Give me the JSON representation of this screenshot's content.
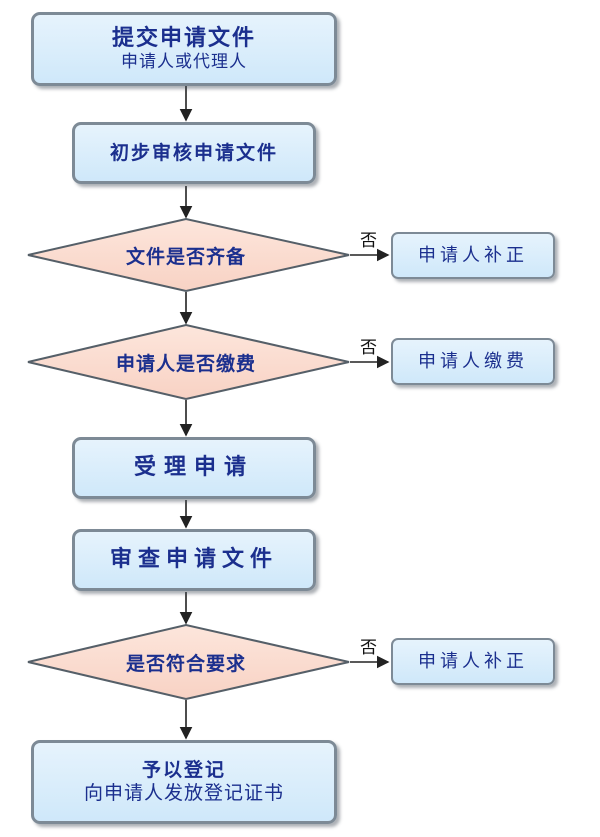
{
  "steps": {
    "submit_title": "提交申请文件",
    "submit_sub": "申请人或代理人",
    "initial_review": "初步审核申请文件",
    "accept": "受理申请",
    "examine": "审查申请文件",
    "register_title": "予以登记",
    "register_sub": "向申请人发放登记证书"
  },
  "decisions": {
    "docs_complete": "文件是否齐备",
    "fee_paid": "申请人是否缴费",
    "requirements_met": "是否符合要求"
  },
  "branches": {
    "no_label_1": "否",
    "no_label_2": "否",
    "no_label_3": "否",
    "supplement_1": "申请人补正",
    "pay_fee": "申请人缴费",
    "supplement_2": "申请人补正"
  },
  "colors": {
    "box_fill": "#d5ebfb",
    "box_border": "#7d8a96",
    "diamond_fill": "#fbdcd0",
    "text": "#1b2f8e"
  }
}
